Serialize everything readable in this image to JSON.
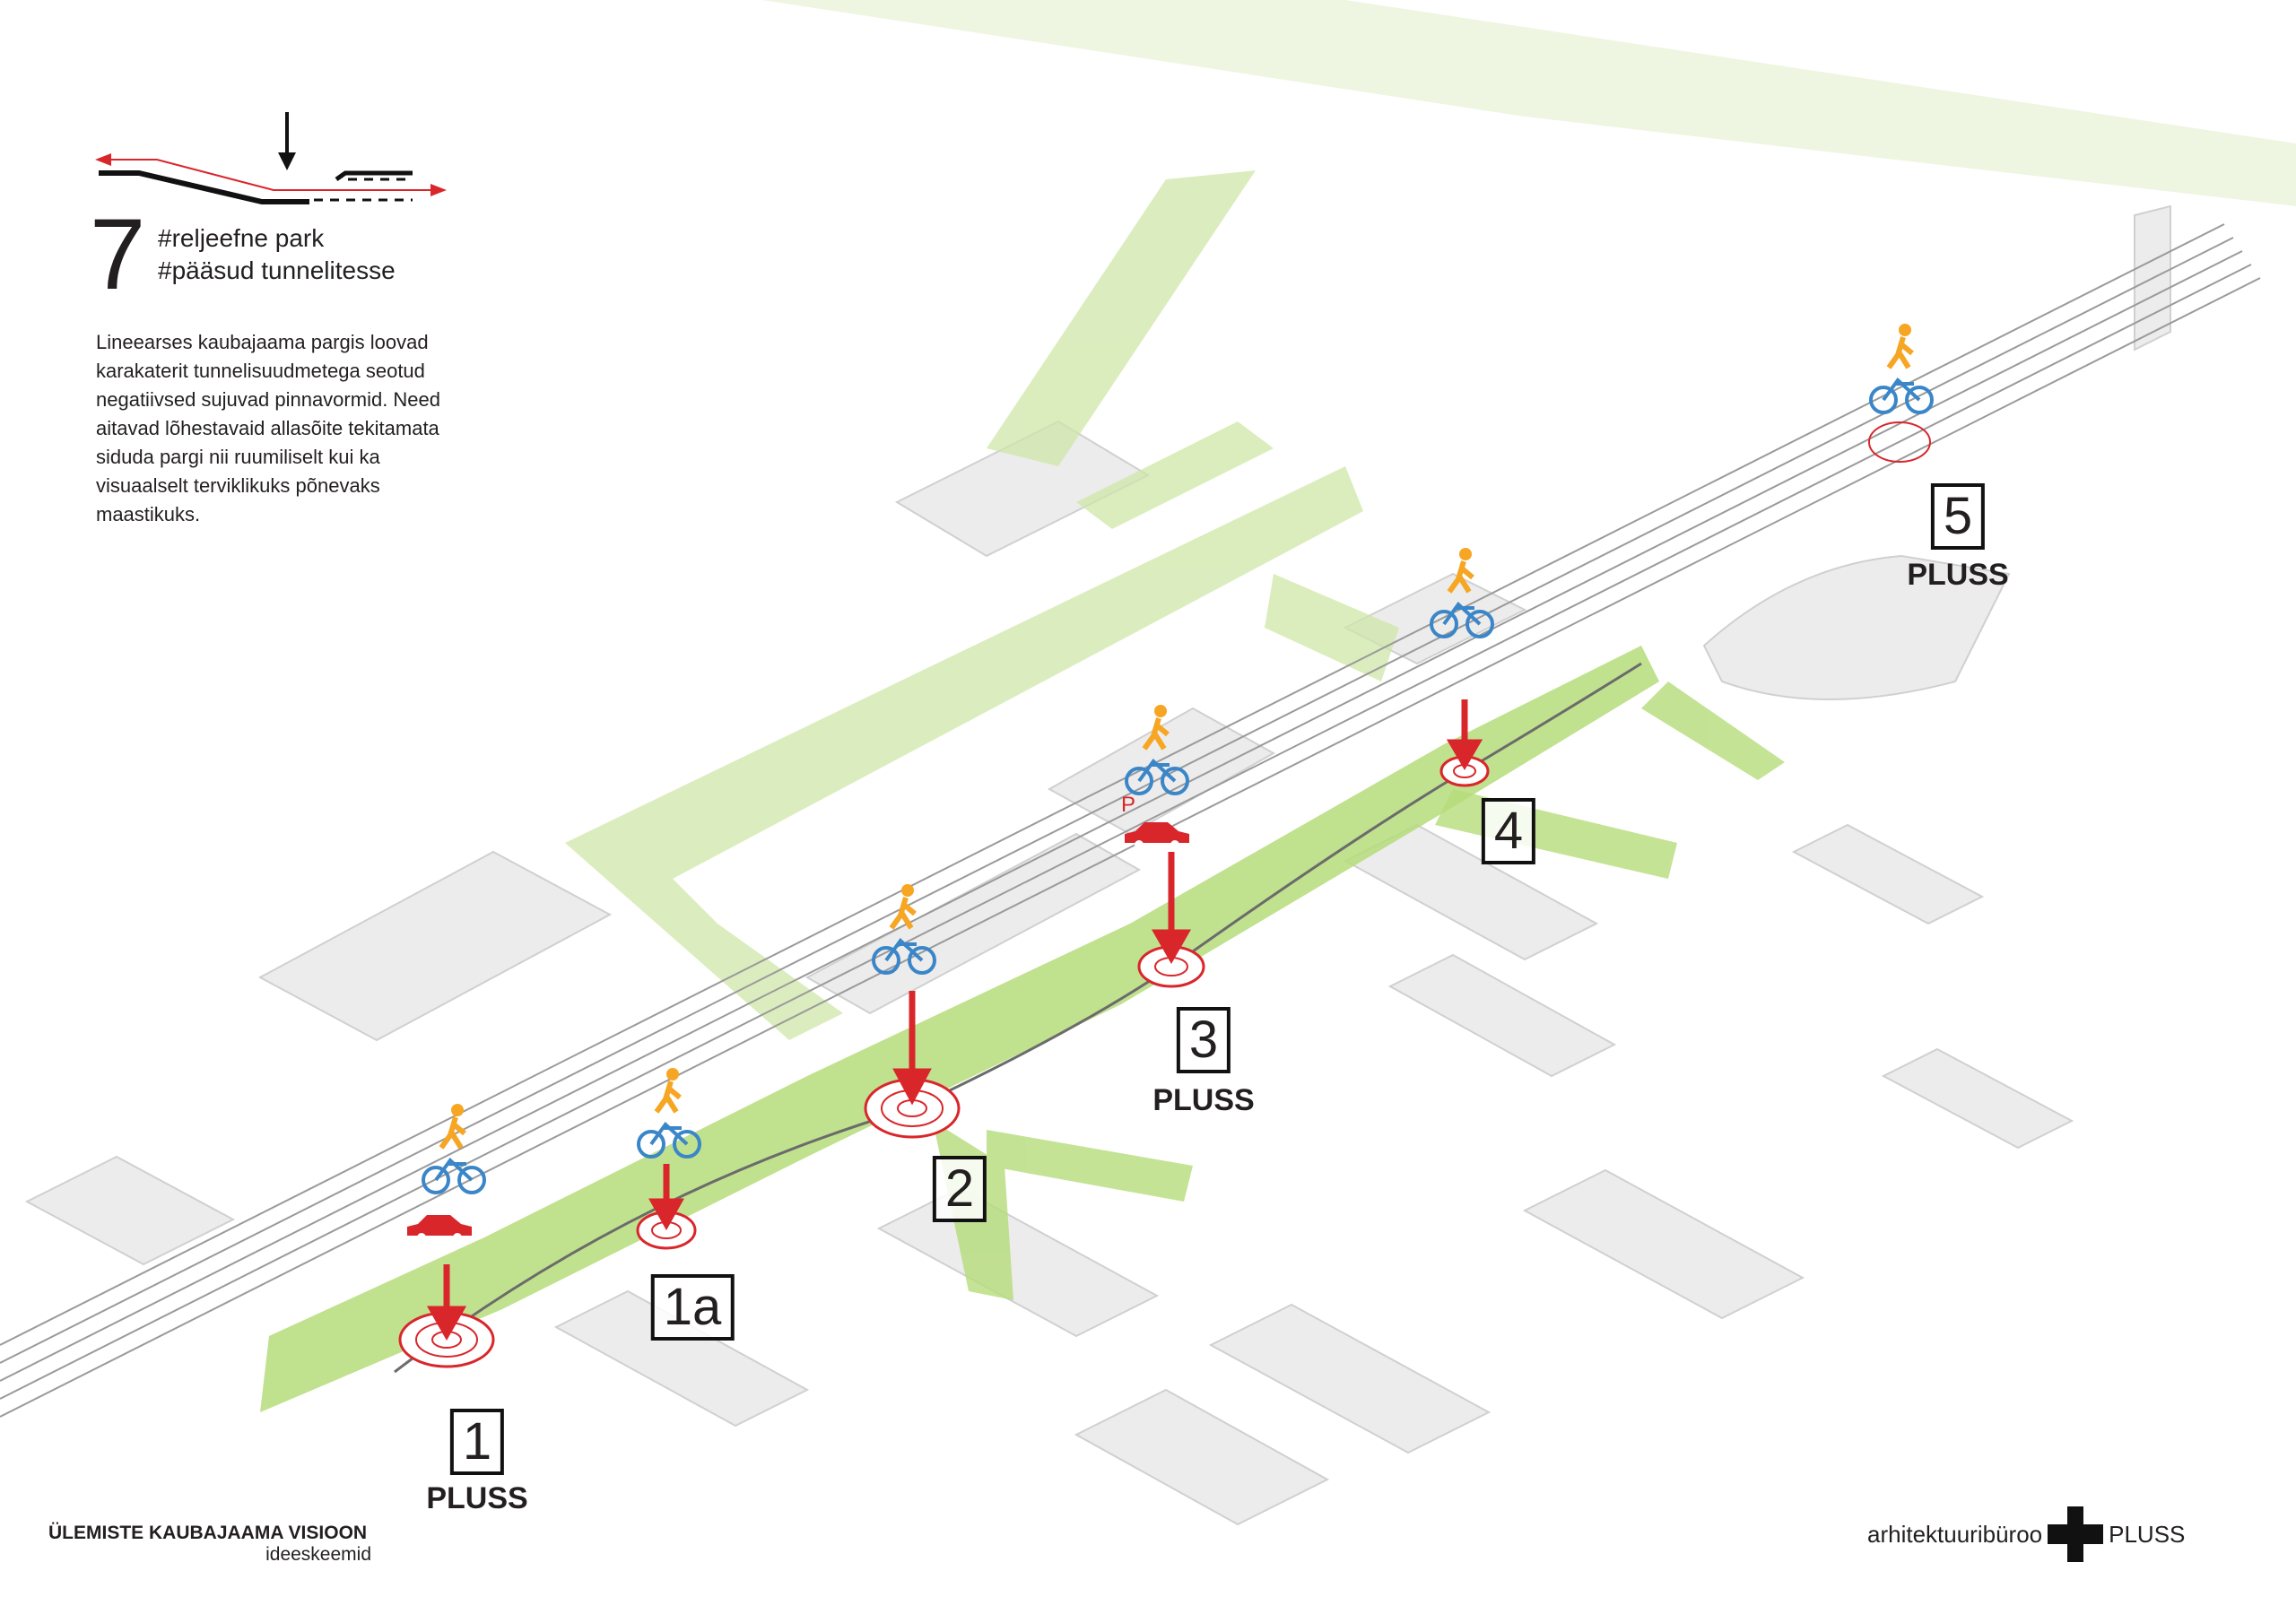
{
  "legend": {
    "number": "7",
    "tags": [
      "#reljeefne park",
      "#pääsud tunnelitesse"
    ],
    "description": [
      "Lineearses kaubajaama pargis  loovad",
      "karakaterit tunnelisuudmetega seotud",
      "negatiivsed sujuvad pinnavormid. Need",
      "aitavad  lõhestavaid allasõite tekitamata",
      "siduda pargi nii ruumiliselt kui ka",
      "visuaalselt terviklikuks põnevaks",
      "maastikuks."
    ]
  },
  "markers": [
    {
      "label": "1",
      "sub": "PLUSS"
    },
    {
      "label": "1a",
      "sub": ""
    },
    {
      "label": "2",
      "sub": ""
    },
    {
      "label": "3",
      "sub": "PLUSS"
    },
    {
      "label": "4",
      "sub": ""
    },
    {
      "label": "5",
      "sub": "PLUSS"
    }
  ],
  "parking_label": "P",
  "footer": {
    "title": "ÜLEMISTE KAUBAJAAMA VISIOON",
    "subtitle": "ideeskeemid"
  },
  "logo": {
    "left": "arhitektuuribüroo",
    "right": "PLUSS"
  },
  "colors": {
    "park": "#b5dc7a",
    "accent": "#d9262b",
    "pedestrian": "#f6a623",
    "bike": "#3a86c8"
  }
}
